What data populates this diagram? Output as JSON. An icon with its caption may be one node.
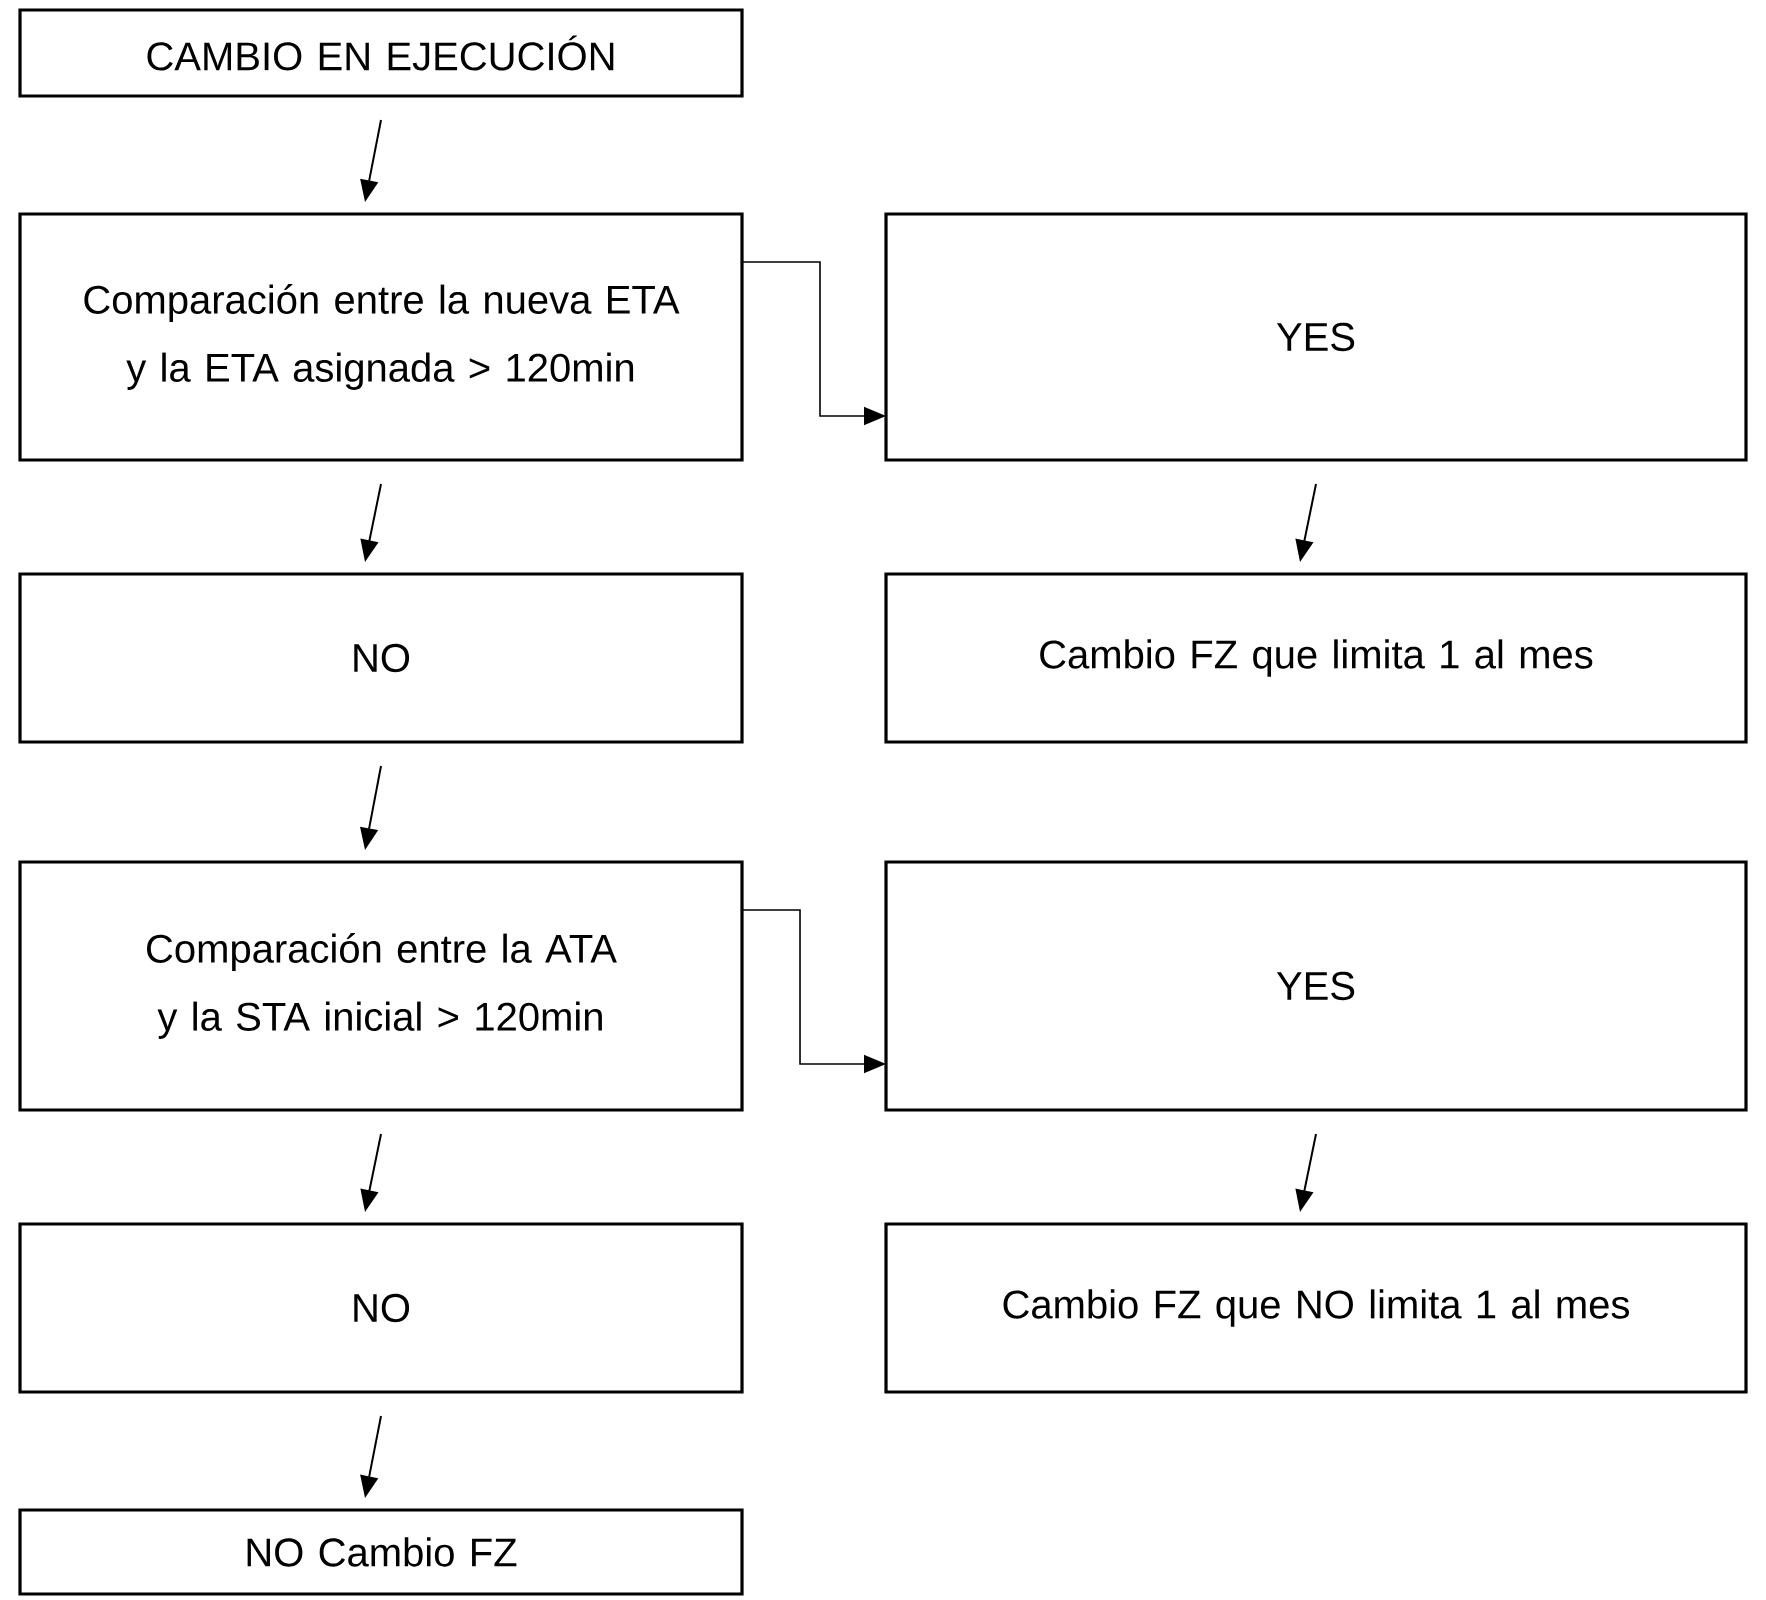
{
  "diagram": {
    "nodes": [
      {
        "text": [
          "CAMBIO EN EJECUCIÓN"
        ]
      },
      {
        "text": [
          "Comparación entre la nueva ETA y la ETA asignada > 120min"
        ]
      },
      {
        "text": [
          "YES"
        ]
      },
      {
        "text": [
          "NO"
        ]
      },
      {
        "text": [
          "Cambio FZ que limita 1 al mes"
        ]
      },
      {
        "text": [
          "Comparación entre la ATA y la STA inicial > 120min"
        ]
      },
      {
        "text": [
          "YES"
        ]
      },
      {
        "text": [
          "NO"
        ]
      },
      {
        "text": [
          "Cambio FZ que NO limita 1 al mes"
        ]
      },
      {
        "text": [
          "NO Cambio FZ"
        ]
      }
    ],
    "edges": [
      {
        "from": 0,
        "to": 1,
        "arrow": "to"
      },
      {
        "from": 1,
        "to": 2,
        "arrow": "to"
      },
      {
        "from": 1,
        "to": 3,
        "arrow": "to"
      },
      {
        "from": 2,
        "to": 4,
        "arrow": "to"
      },
      {
        "from": 3,
        "to": 5,
        "arrow": "to"
      },
      {
        "from": 5,
        "to": 6,
        "arrow": "to"
      },
      {
        "from": 5,
        "to": 7,
        "arrow": "to"
      },
      {
        "from": 6,
        "to": 8,
        "arrow": "to"
      },
      {
        "from": 7,
        "to": 9,
        "arrow": "to"
      }
    ]
  }
}
